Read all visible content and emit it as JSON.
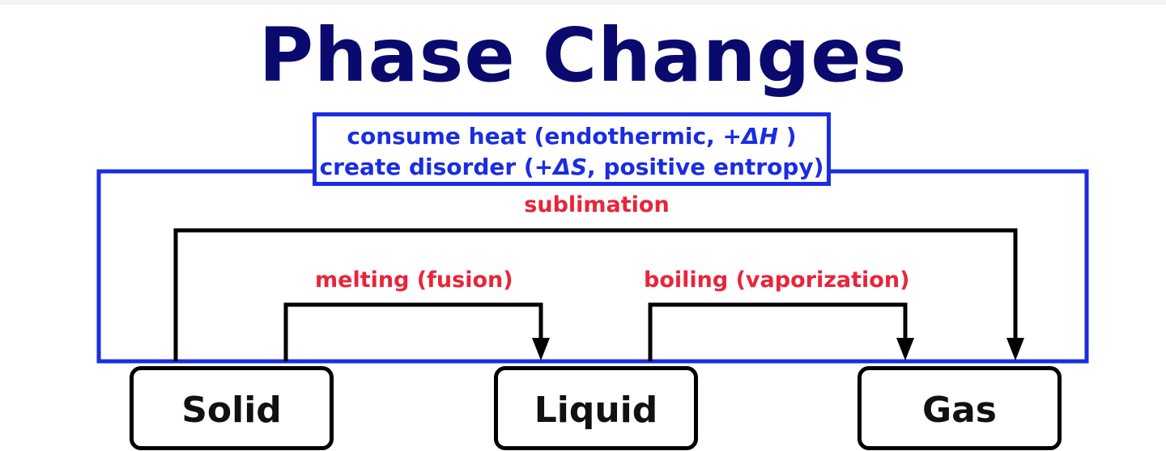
{
  "title": "Phase Changes",
  "endothermic_box": {
    "line1_prefix": "consume heat (endothermic, +",
    "line1_symbol": "ΔH",
    "line1_suffix": " )",
    "line2_prefix": "create disorder (+",
    "line2_symbol": "ΔS",
    "line2_suffix": ", positive entropy)"
  },
  "processes": {
    "sublimation": "sublimation",
    "melting": "melting (fusion)",
    "boiling": "boiling (vaporization)"
  },
  "phases": {
    "solid": "Solid",
    "liquid": "Liquid",
    "gas": "Gas"
  },
  "colors": {
    "title": "#0a0a6e",
    "endothermic": "#1a2de0",
    "process_label": "#e8253a",
    "arrow": "#000000"
  }
}
